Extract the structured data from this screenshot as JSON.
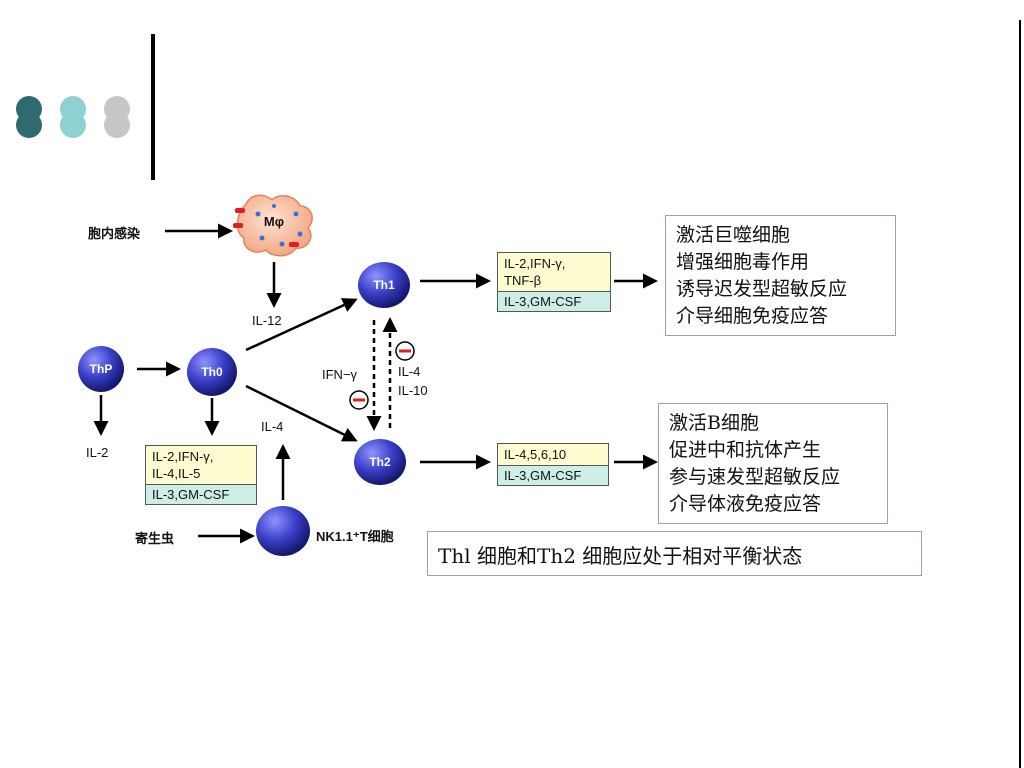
{
  "colors": {
    "dot_dark": "#2f6b6e",
    "dot_teal": "#8fd0d2",
    "dot_gray": "#c7c7c7",
    "cell_blue": "#3a3fc8",
    "cyt_yellow": "#fffbd0",
    "cyt_green": "#cdeee6",
    "box_border": "#9a9ad6"
  },
  "diagram": {
    "nodes": {
      "macrophage": "Mφ",
      "thp": "ThP",
      "th0": "Th0",
      "th1": "Th1",
      "th2": "Th2",
      "nk": "NK1.1⁺T细胞"
    },
    "inputs": {
      "intracellular_infection": "胞内感染",
      "parasite": "寄生虫"
    },
    "labels": {
      "il12": "IL-12",
      "il2": "IL-2",
      "il4": "IL-4",
      "ifn_gamma": "IFN−γ",
      "il4_th1": "IL-4",
      "il10": "IL-10"
    },
    "cytokine_boxes": {
      "th1_out": {
        "yellow": [
          "IL-2,IFN-γ,",
          "TNF-β"
        ],
        "green": "IL-3,GM-CSF"
      },
      "th0_out": {
        "yellow": [
          "IL-2,IFN-γ,",
          "IL-4,IL-5"
        ],
        "green": "IL-3,GM-CSF"
      },
      "th2_out": {
        "yellow": [
          "IL-4,5,6,10"
        ],
        "green": "IL-3,GM-CSF"
      }
    },
    "inhibit_icons": [
      "inhibit-icon",
      "inhibit-icon"
    ]
  },
  "notes": {
    "th1_effects": [
      "激活巨噬细胞",
      "增强细胞毒作用",
      "诱导迟发型超敏反应",
      "介导细胞免疫应答"
    ],
    "th2_effects": [
      "激活B细胞",
      "促进中和抗体产生",
      "参与速发型超敏反应",
      "介导体液免疫应答"
    ],
    "caption": "Thl 细胞和Th2 细胞应处于相对平衡状态"
  }
}
